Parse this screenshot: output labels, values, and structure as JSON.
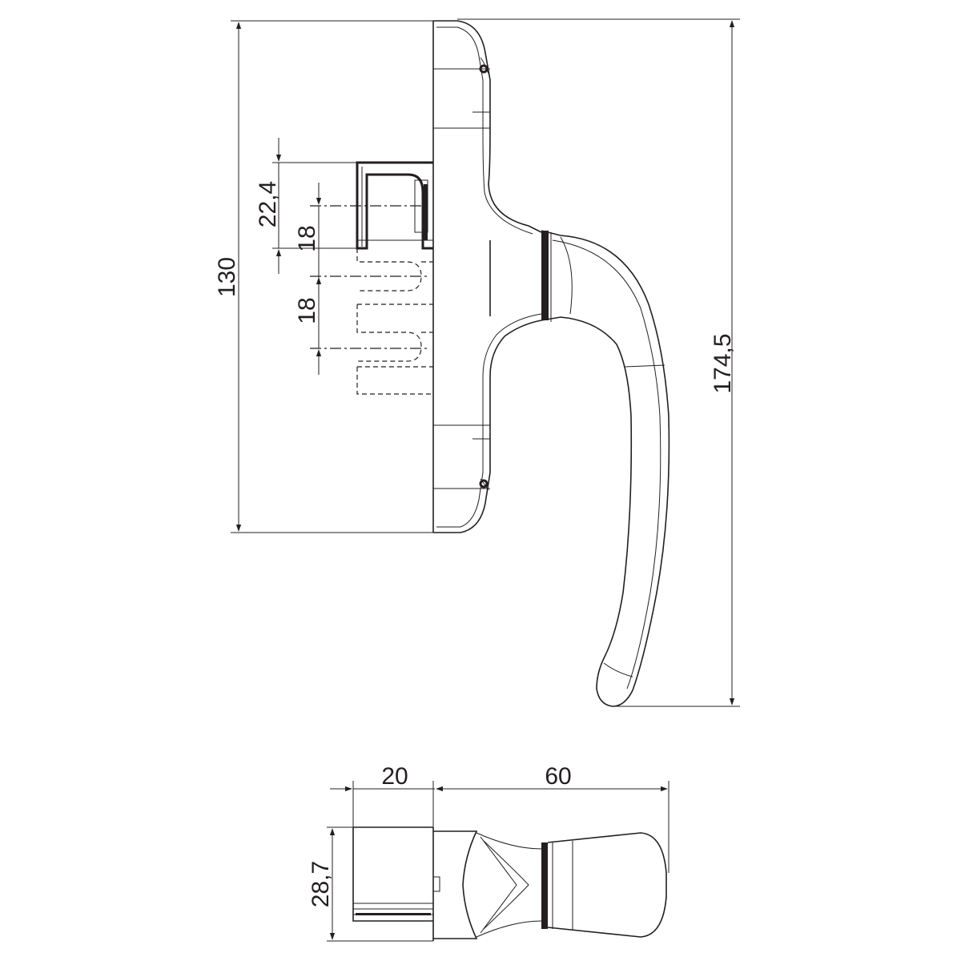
{
  "dimensions": {
    "overall_height_plate": "130",
    "overall_height_handle": "174,5",
    "spindle_top_offset": "22,4",
    "spindle_step_1": "18",
    "spindle_step_2": "18",
    "spindle_projection": "20",
    "handle_projection": "60",
    "spindle_height": "28,7"
  },
  "colors": {
    "ink": "#231f20",
    "background": "#ffffff"
  }
}
